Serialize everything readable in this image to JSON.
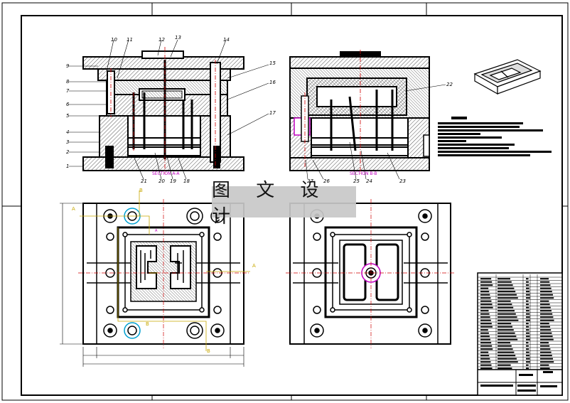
{
  "watermark": {
    "text": "图 文 设 计"
  },
  "section_titles": {
    "aa": "SECTION A-A",
    "bb": "SECTION B-B"
  },
  "section_markers": {
    "a": "A",
    "b": "B"
  },
  "part_numbers": {
    "n1": "1",
    "n2": "2",
    "n3": "3",
    "n4": "4",
    "n5": "5",
    "n6": "6",
    "n7": "7",
    "n8": "8",
    "n9": "9",
    "n10": "10",
    "n11": "11",
    "n12": "12",
    "n13": "13",
    "n14": "14",
    "n15": "15",
    "n16": "16",
    "n17": "17",
    "n18": "18",
    "n19": "19",
    "n20": "20",
    "n21": "21",
    "n22": "22",
    "n23": "23",
    "n24": "24",
    "n25": "25",
    "n26": "26",
    "n27": "27"
  },
  "colors": {
    "line": "#000000",
    "hatch": "#444444",
    "section_label": "#c000c0",
    "dimension": "#c8a800",
    "center_line": "#d00000",
    "cyan": "#00a0d0"
  }
}
